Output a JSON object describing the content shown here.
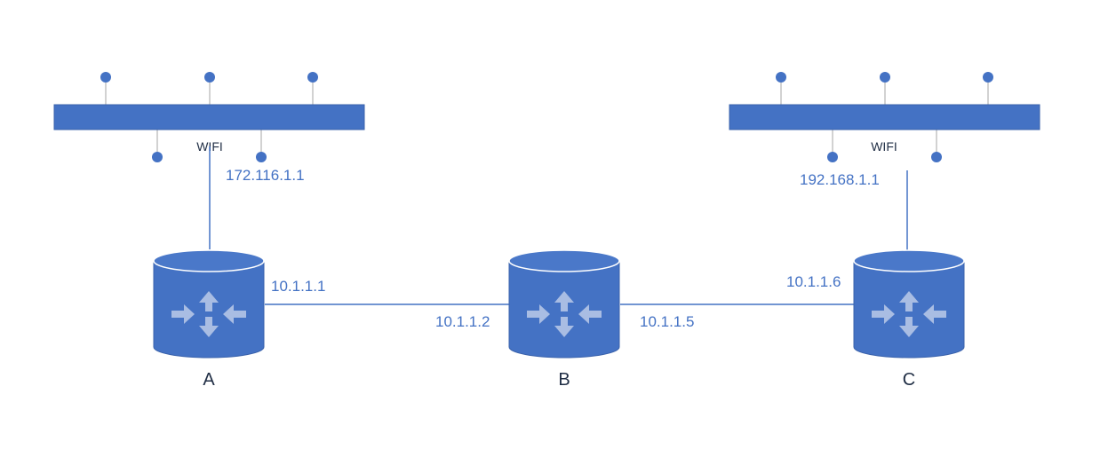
{
  "colors": {
    "primary": "#4472C4",
    "arrow": "#A9BDE3",
    "label_dark": "#1F2D44",
    "cylinder_top": "#4A78C9"
  },
  "networks": [
    {
      "label": "WIFI",
      "gateway_ip": "172.116.1.1"
    },
    {
      "label": "WIFI",
      "gateway_ip": "192.168.1.1"
    }
  ],
  "routers": [
    {
      "label": "A",
      "icon": "router-icon"
    },
    {
      "label": "B",
      "icon": "router-icon"
    },
    {
      "label": "C",
      "icon": "router-icon"
    }
  ],
  "links": [
    {
      "from": "A",
      "to": "B",
      "ip_from": "10.1.1.1",
      "ip_to": "10.1.1.2"
    },
    {
      "from": "B",
      "to": "C",
      "ip_from": "10.1.1.5",
      "ip_to": "10.1.1.6"
    }
  ]
}
